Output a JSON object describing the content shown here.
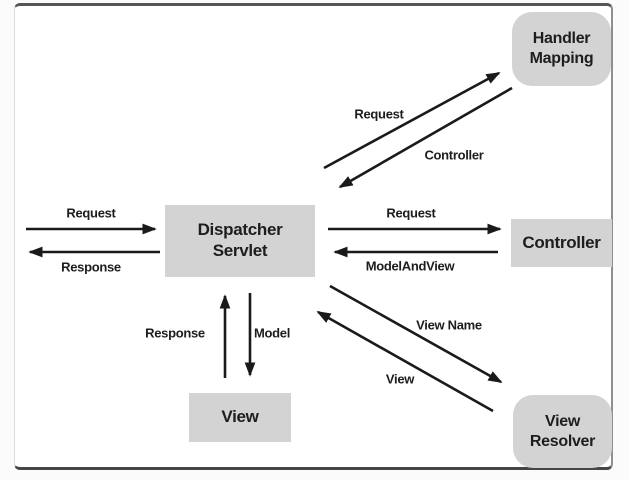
{
  "colors": {
    "box_fill": "#d3d3d3",
    "line_color": "#1a1a1a",
    "text_color": "#1d1d1d"
  },
  "nodes": {
    "handler_mapping": {
      "line1": "Handler",
      "line2": "Mapping"
    },
    "controller": {
      "label": "Controller"
    },
    "dispatcher_servlet": {
      "line1": "Dispatcher",
      "line2": "Servlet"
    },
    "view": {
      "label": "View"
    },
    "view_resolver": {
      "line1": "View",
      "line2": "Resolver"
    }
  },
  "edge_labels": {
    "request_in": "Request",
    "response_out": "Response",
    "hm_request": "Request",
    "hm_controller": "Controller",
    "ctrl_request": "Request",
    "ctrl_modelandview": "ModelAndView",
    "vr_view_name": "View Name",
    "vr_view": "View",
    "view_response": "Response",
    "view_model": "Model"
  }
}
